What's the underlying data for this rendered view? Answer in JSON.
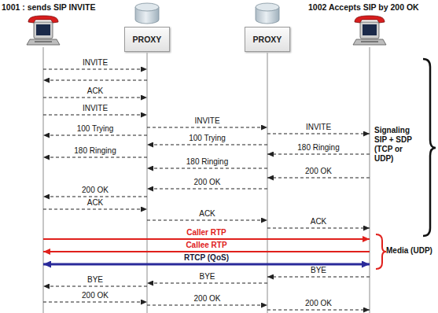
{
  "diagram": {
    "nodes": [
      {
        "text": [
          "1001 : sends SIP INVITE"
        ]
      },
      {
        "text": [
          "PROXY"
        ]
      },
      {
        "text": [
          "PROXY"
        ]
      },
      {
        "text": [
          "1002 Accepts SIP by 200 OK"
        ]
      }
    ],
    "edges": [
      {
        "from": 0,
        "to": 1,
        "arrow": "to",
        "label": "INVITE"
      },
      {
        "from": 1,
        "to": 0,
        "arrow": "to"
      },
      {
        "from": 0,
        "to": 1,
        "arrow": "to",
        "label": "ACK"
      },
      {
        "from": 0,
        "to": 1,
        "arrow": "to",
        "label": "INVITE"
      },
      {
        "from": 1,
        "to": 2,
        "arrow": "to",
        "label": "INVITE"
      },
      {
        "from": 2,
        "to": 3,
        "arrow": "to",
        "label": "INVITE"
      },
      {
        "from": 1,
        "to": 0,
        "arrow": "to",
        "label": "100 Trying"
      },
      {
        "from": 2,
        "to": 1,
        "arrow": "to",
        "label": "100 Trying"
      },
      {
        "from": 3,
        "to": 2,
        "arrow": "to",
        "label": "180 Ringing"
      },
      {
        "from": 1,
        "to": 0,
        "arrow": "to",
        "label": "180 Ringing"
      },
      {
        "from": 2,
        "to": 1,
        "arrow": "to",
        "label": "180 Ringing"
      },
      {
        "from": 3,
        "to": 2,
        "arrow": "to",
        "label": "200 OK"
      },
      {
        "from": 2,
        "to": 1,
        "arrow": "to",
        "label": "200 OK"
      },
      {
        "from": 1,
        "to": 0,
        "arrow": "to",
        "label": "200 OK"
      },
      {
        "from": 0,
        "to": 1,
        "arrow": "to",
        "label": "ACK"
      },
      {
        "from": 1,
        "to": 2,
        "arrow": "to",
        "label": "ACK"
      },
      {
        "from": 2,
        "to": 3,
        "arrow": "to",
        "label": "ACK"
      },
      {
        "from": 0,
        "to": 3,
        "arrow": "to",
        "label": "Caller RTP"
      },
      {
        "from": 3,
        "to": 0,
        "arrow": "to",
        "label": "Callee RTP"
      },
      {
        "from": 0,
        "to": 3,
        "arrow": "both",
        "label": "RTCP (QoS)"
      },
      {
        "from": 3,
        "to": 2,
        "arrow": "to",
        "label": "BYE"
      },
      {
        "from": 2,
        "to": 1,
        "arrow": "to",
        "label": "BYE"
      },
      {
        "from": 1,
        "to": 0,
        "arrow": "to",
        "label": "BYE"
      },
      {
        "from": 0,
        "to": 1,
        "arrow": "to",
        "label": "200 OK"
      },
      {
        "from": 1,
        "to": 2,
        "arrow": "to",
        "label": "200 OK"
      },
      {
        "from": 2,
        "to": 3,
        "arrow": "to",
        "label": "200 OK"
      }
    ],
    "labels": [
      "Signaling SIP + SDP (TCP or UDP)",
      "Media (UDP)"
    ]
  }
}
